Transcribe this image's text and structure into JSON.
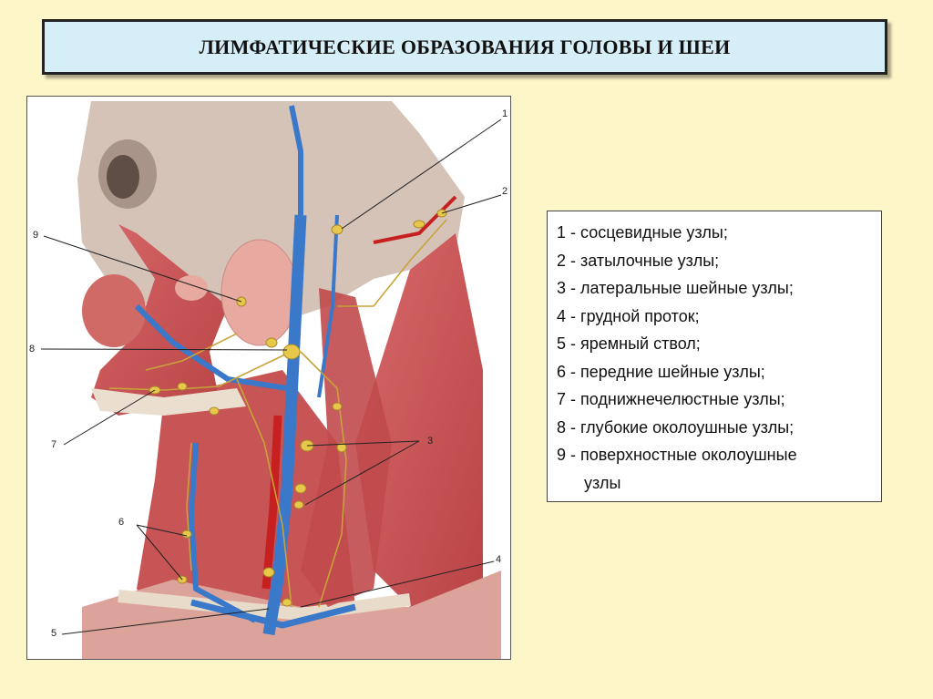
{
  "title": "ЛИМФАТИЧЕСКИЕ ОБРАЗОВАНИЯ ГОЛОВЫ И ШЕИ",
  "figure": {
    "labels": [
      "1",
      "2",
      "3",
      "4",
      "5",
      "6",
      "7",
      "8",
      "9"
    ]
  },
  "legend": {
    "items": [
      "1 - сосцевидные узлы;",
      "2 - затылочные узлы;",
      "3 - латеральные шейные узлы;",
      "4 - грудной проток;",
      "5 - яремный ствол;",
      "6 - передние шейные узлы;",
      "7 - поднижнечелюстные узлы;",
      "8 - глубокие околоушные узлы;",
      "9 - поверхностные околоушные"
    ],
    "continuation": "узлы"
  },
  "colors": {
    "background": "#fdf6c8",
    "title_box": "#d6eef7",
    "muscle": "#c9585a",
    "vein": "#3a78c9",
    "node": "#e8c84a"
  }
}
